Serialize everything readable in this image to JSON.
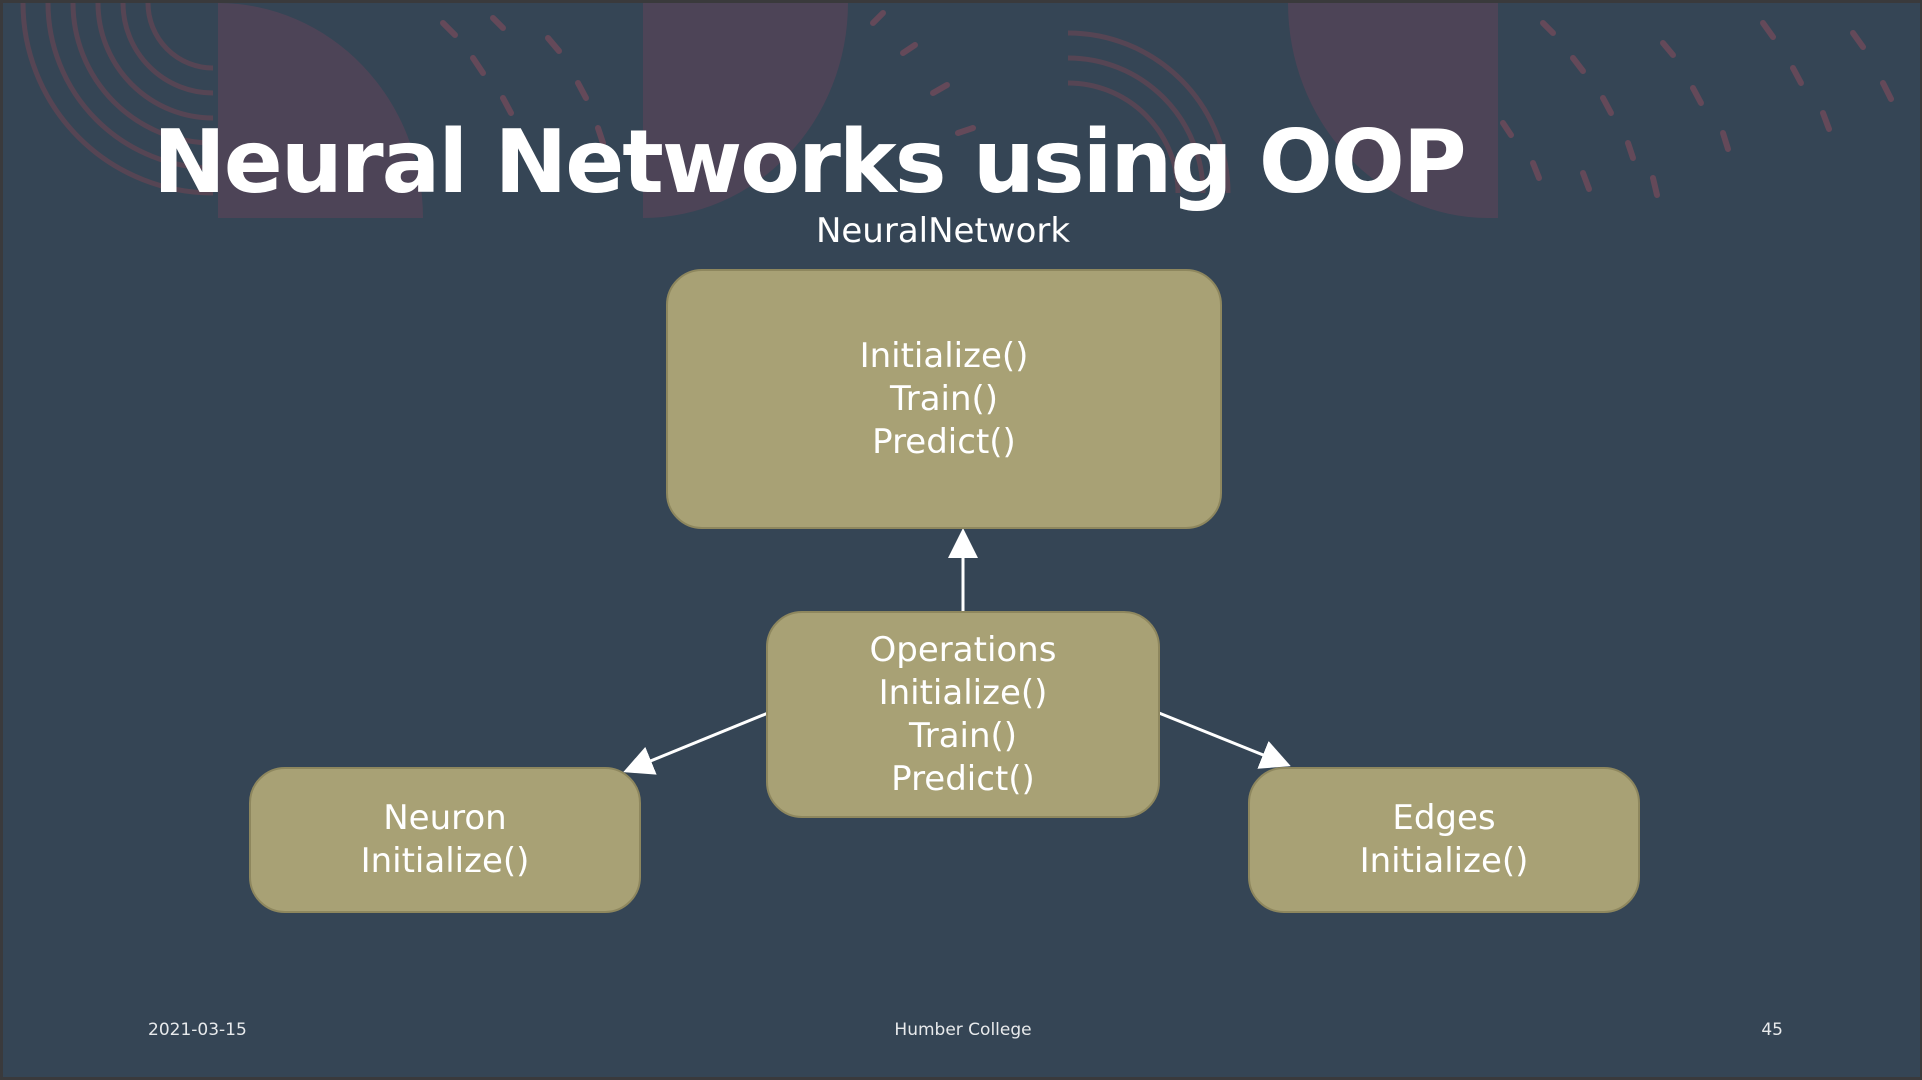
{
  "slide": {
    "title": "Neural Networks using OOP",
    "background_color": "#354555",
    "box_color": "#a8a175",
    "accent_color": "#4f4557"
  },
  "diagram": {
    "top_node": {
      "caption": "NeuralNetwork",
      "lines": [
        "Initialize()",
        "Train()",
        "Predict()"
      ]
    },
    "middle_node": {
      "lines": [
        "Operations",
        "Initialize()",
        "Train()",
        "Predict()"
      ]
    },
    "left_node": {
      "lines": [
        "Neuron",
        "Initialize()"
      ]
    },
    "right_node": {
      "lines": [
        "Edges",
        "Initialize()"
      ]
    },
    "edges": [
      {
        "from": "Operations",
        "to": "NeuralNetwork"
      },
      {
        "from": "Operations",
        "to": "Neuron"
      },
      {
        "from": "Operations",
        "to": "Edges"
      }
    ]
  },
  "footer": {
    "date": "2021-03-15",
    "organization": "Humber College",
    "page_number": "45"
  }
}
